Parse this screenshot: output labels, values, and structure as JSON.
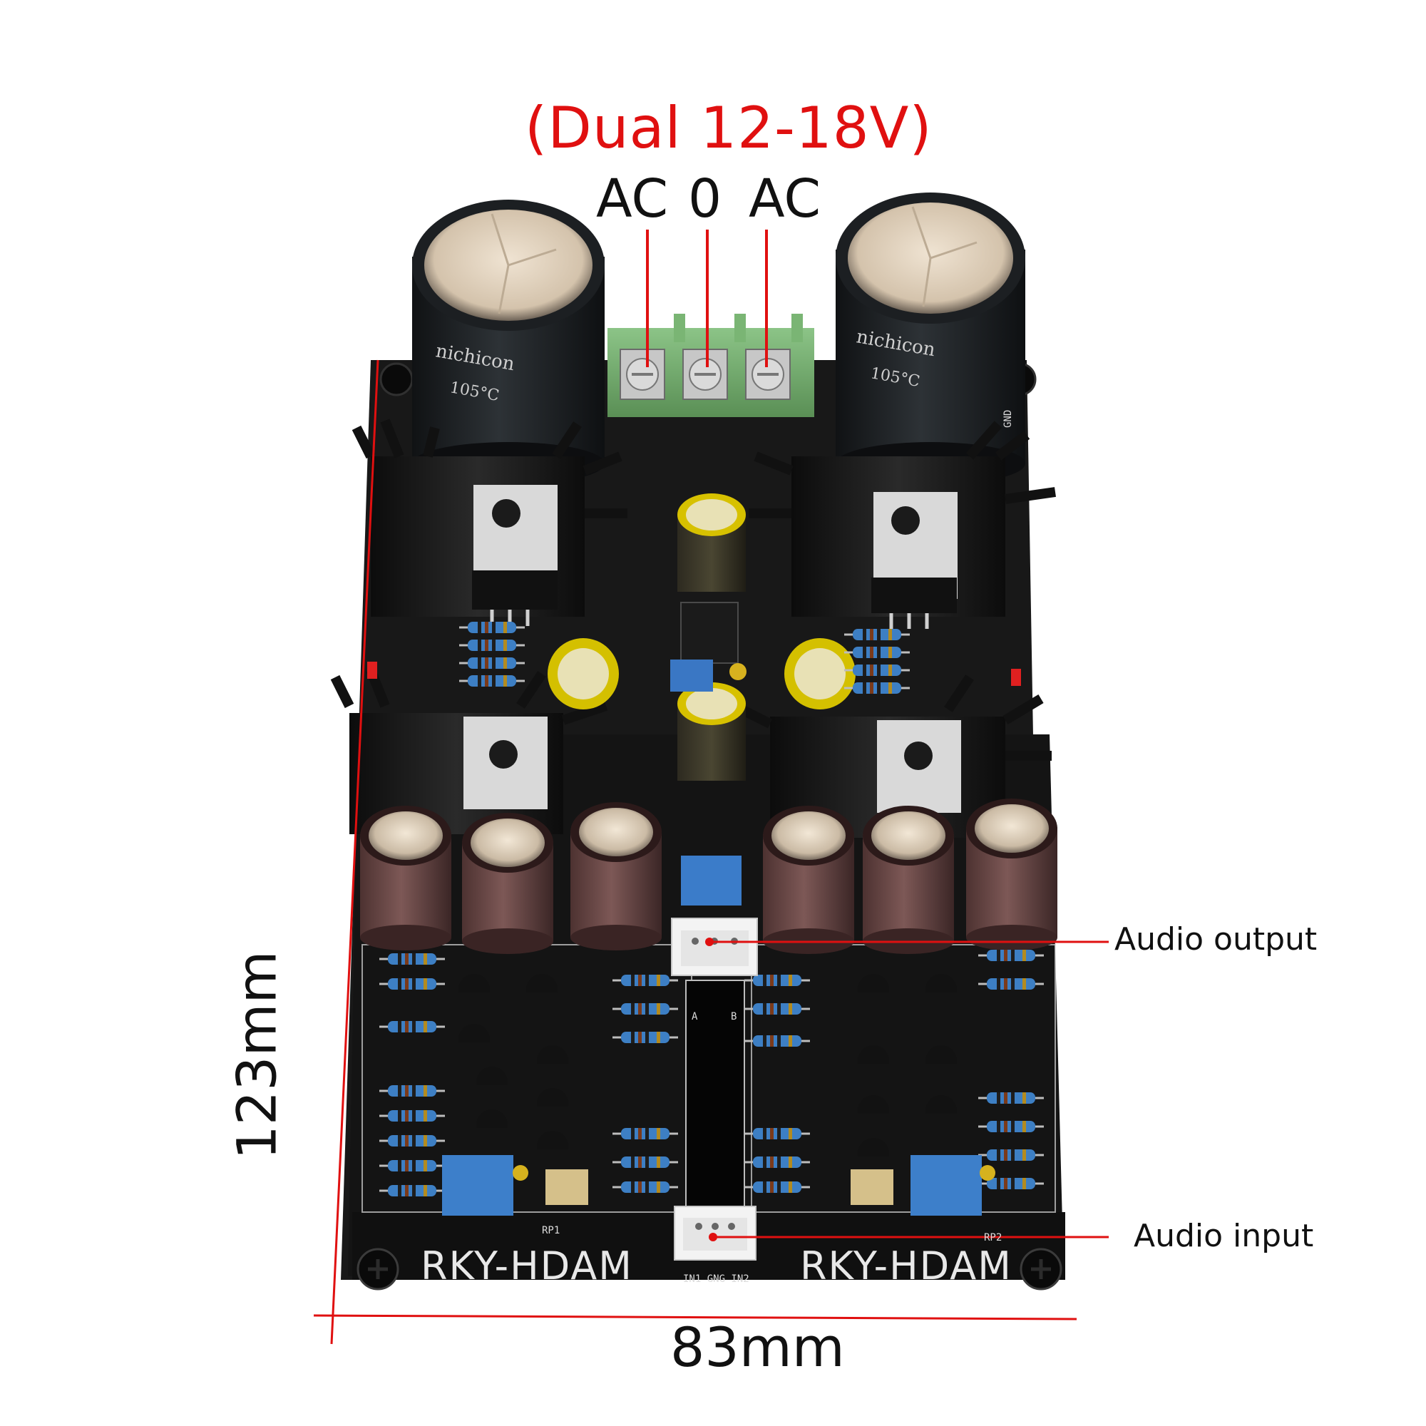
{
  "title": "(Dual 12-18V)",
  "terminals": {
    "left": "AC",
    "center": "0",
    "right": "AC"
  },
  "callouts": {
    "audio_output": "Audio output",
    "audio_input": "Audio input"
  },
  "dimensions": {
    "width": "83mm",
    "height": "123mm"
  },
  "board": {
    "brand_left": "RKY-HDAM",
    "brand_right": "RKY-HDAM",
    "silk_rp1": "RP1",
    "silk_rp2": "RP2",
    "silk_input_pins": "IN1 GNG IN2",
    "silk_gnd": "GND",
    "silk_output_a": "A",
    "silk_output_b": "B"
  },
  "colors": {
    "title_red": "#e01010",
    "pcb_black": "#1a1a1a",
    "dimension_line_red": "#e01010",
    "callout_line_red": "#e01010",
    "resistor_blue": "#3d7fc4",
    "capacitor_brown": "#6e4a48",
    "terminal_green": "#6fae6a"
  }
}
